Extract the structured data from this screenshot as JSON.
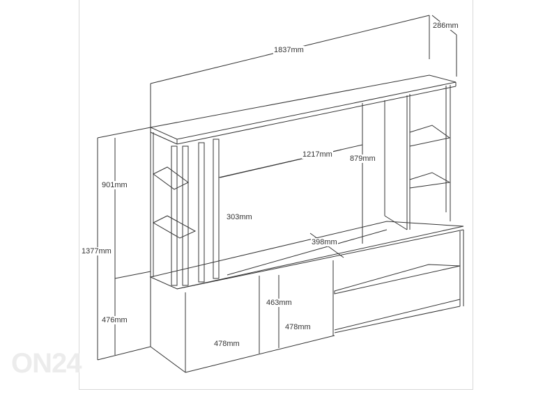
{
  "diagram": {
    "subject": "TV wall unit with shelves, slatted panel and cabinet doors",
    "watermark": "ON24",
    "dimensions": {
      "width_total": "1837mm",
      "depth": "286mm",
      "height_upper": "901mm",
      "height_total": "1377mm",
      "height_lower": "476mm",
      "inner_width": "1217mm",
      "inner_height": "879mm",
      "slat_width": "303mm",
      "base_depth": "398mm",
      "door_height": "463mm",
      "door_width_left": "478mm",
      "door_width_right": "478mm"
    }
  }
}
